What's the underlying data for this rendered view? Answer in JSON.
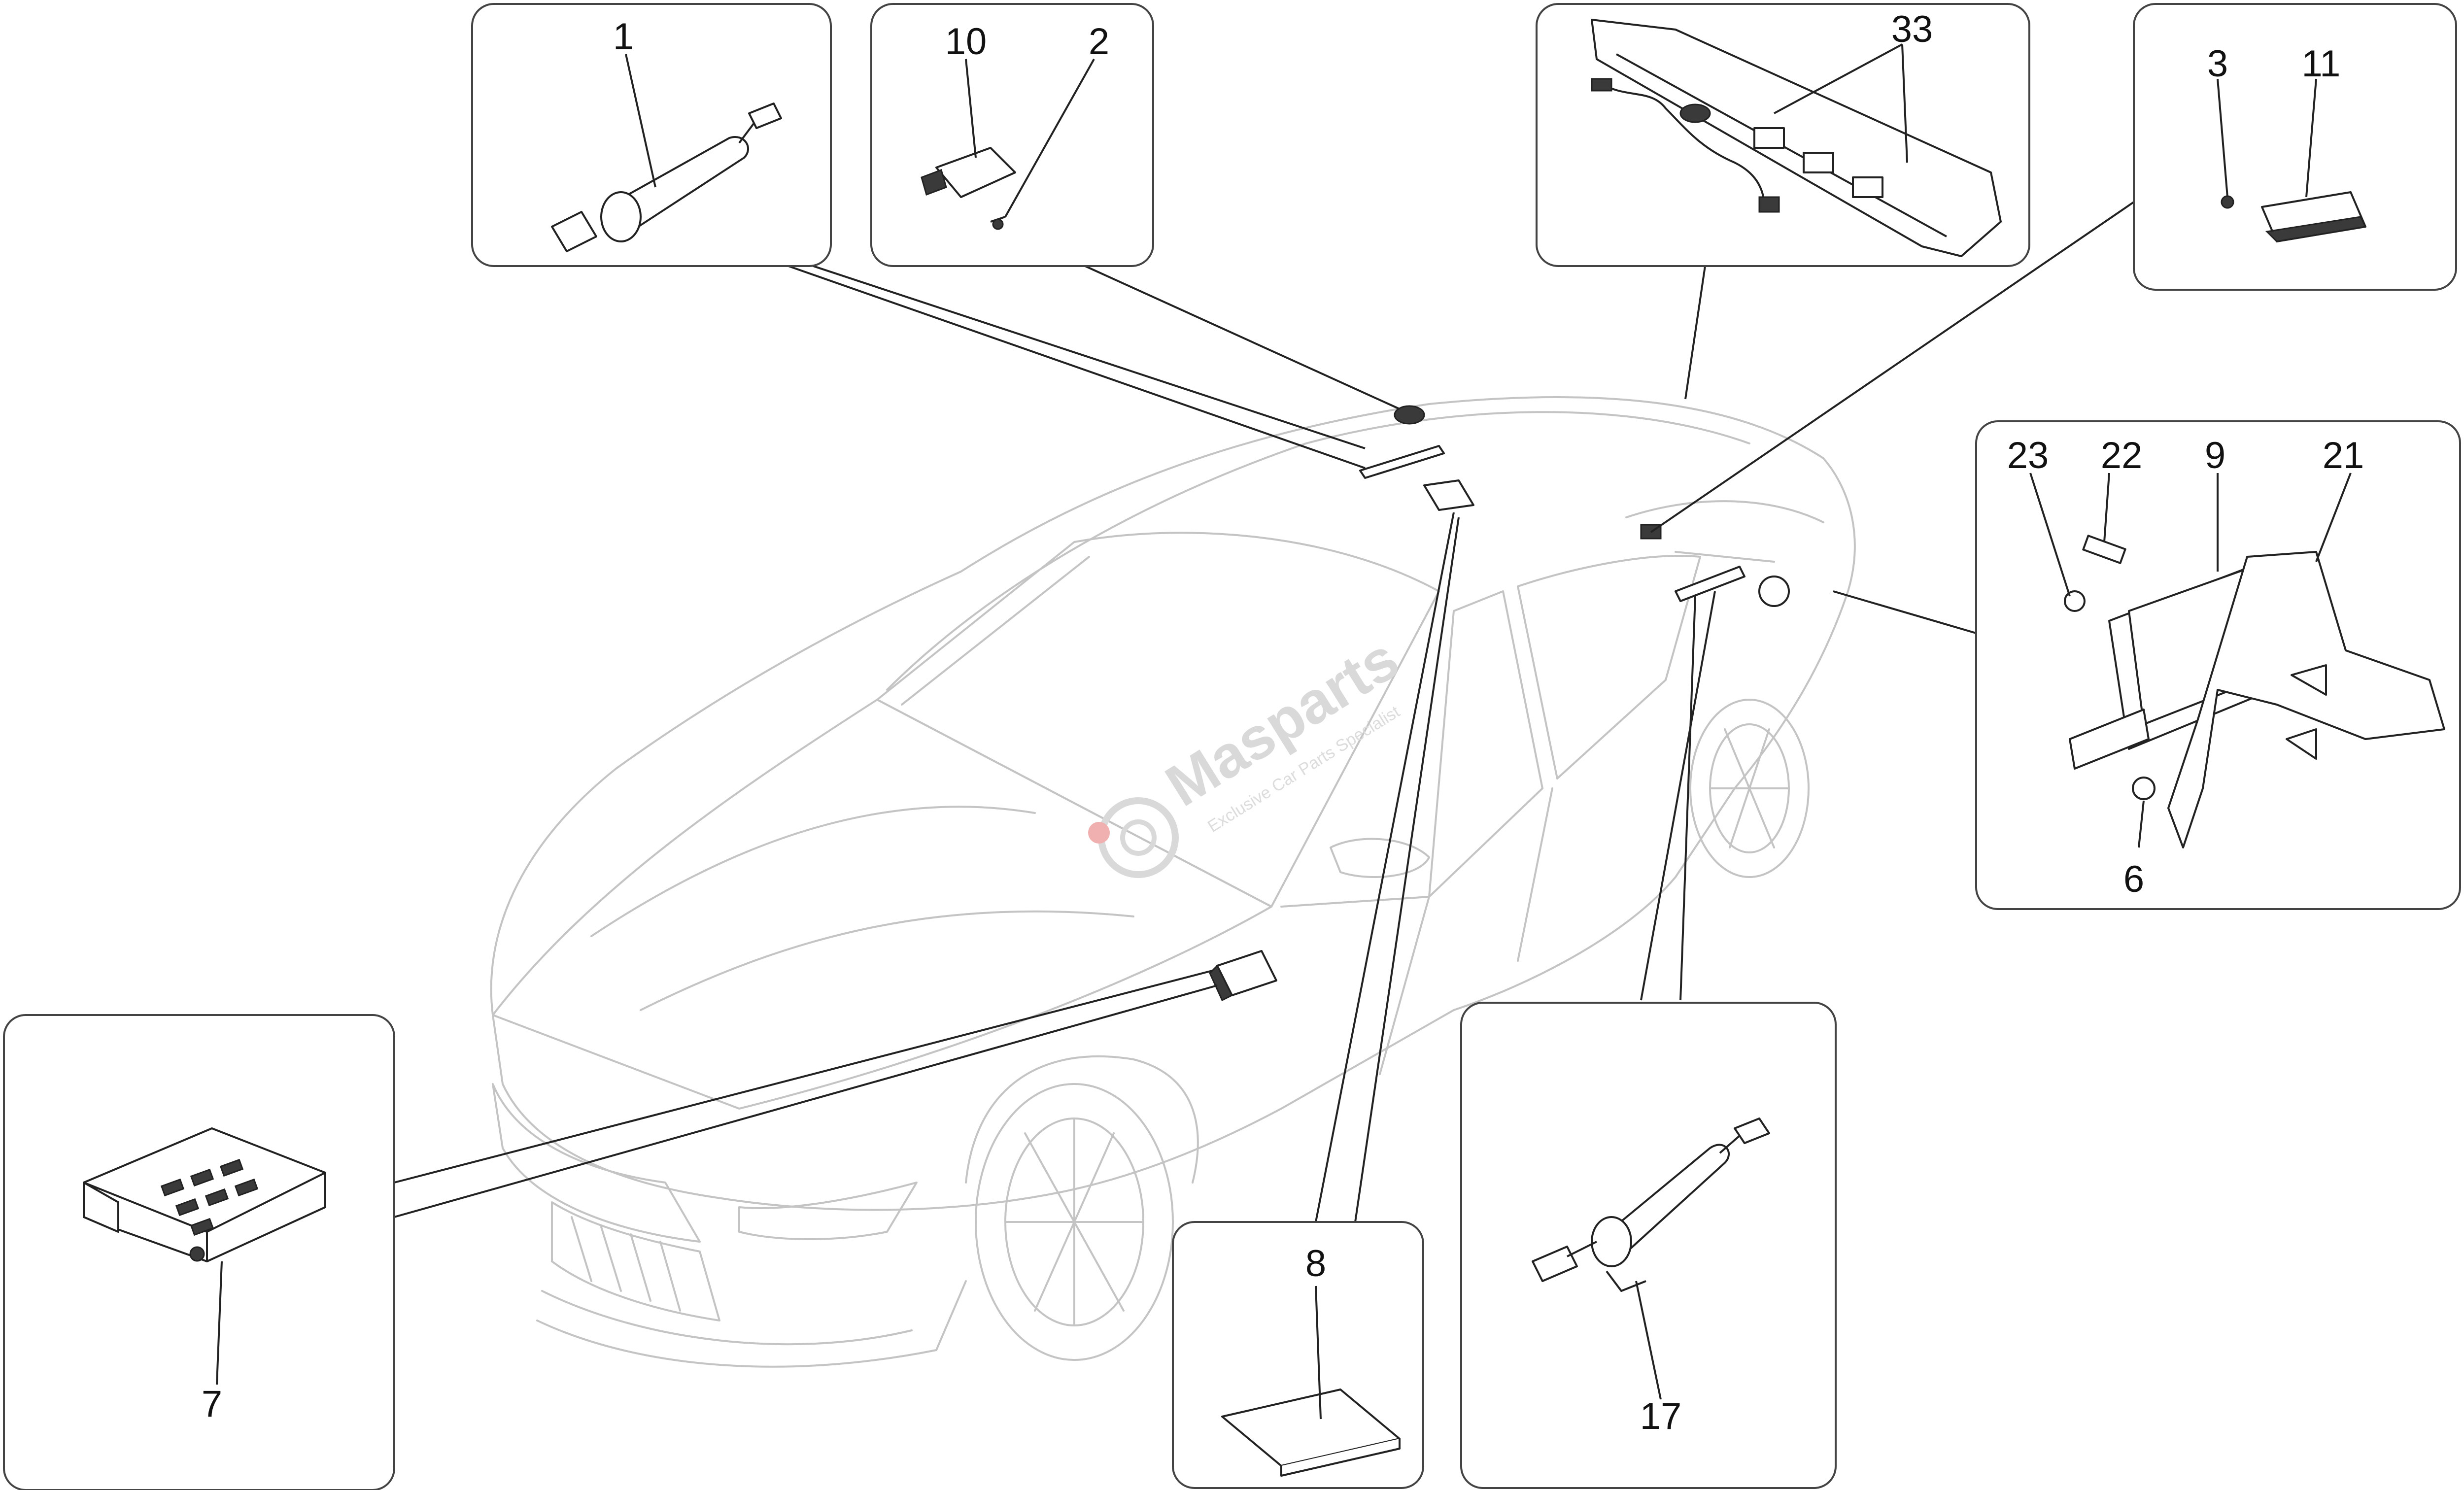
{
  "callouts": {
    "c1": "1",
    "c2": "2",
    "c3": "3",
    "c6": "6",
    "c7": "7",
    "c8": "8",
    "c9": "9",
    "c10": "10",
    "c11": "11",
    "c17": "17",
    "c21": "21",
    "c22": "22",
    "c23": "23",
    "c33": "33"
  },
  "watermark": {
    "brand": "Masparts",
    "tagline": "Exclusive Car Parts Specialist"
  },
  "colors": {
    "line": "#222222",
    "car_outline": "#c4c4c4",
    "box_border": "#444444",
    "watermark": "#d9d9d9",
    "watermark_accent": "#e06060"
  }
}
